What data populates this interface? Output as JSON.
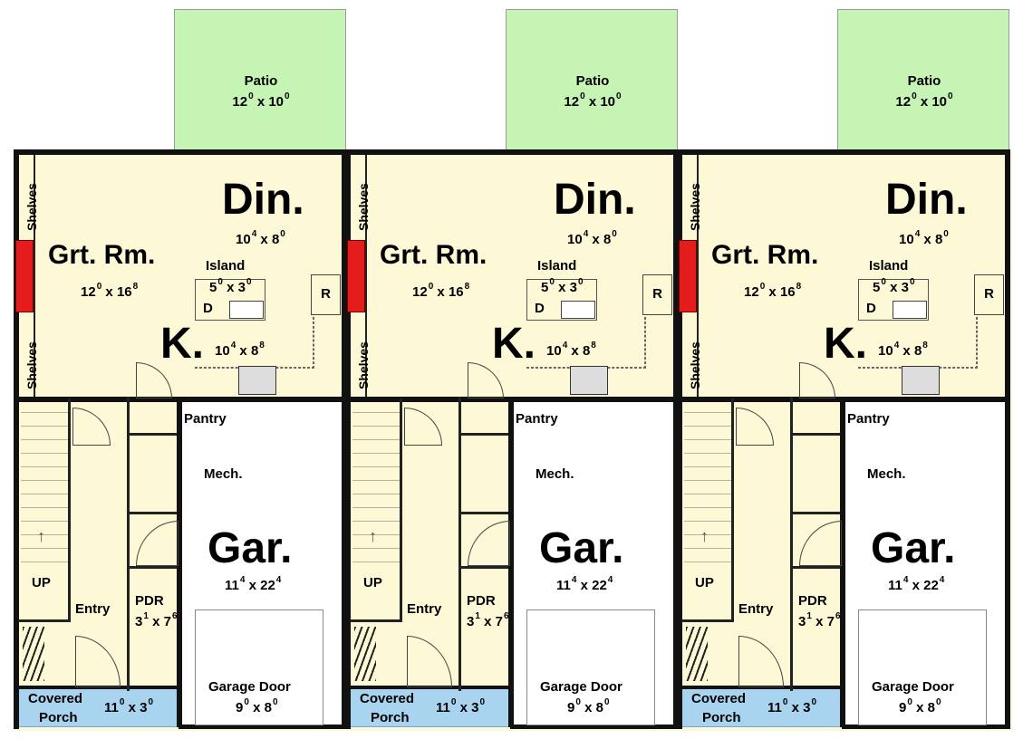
{
  "units": [
    {
      "patio": {
        "label": "Patio",
        "dim": "12⁰ x 10⁰",
        "w": "12",
        "wsup": "0",
        "h": "10",
        "hsup": "0"
      },
      "din": {
        "label": "Din.",
        "w": "10",
        "wsup": "4",
        "h": "8",
        "hsup": "0"
      },
      "grt": {
        "label": "Grt. Rm.",
        "w": "12",
        "wsup": "0",
        "h": "16",
        "hsup": "8"
      },
      "island": {
        "label": "Island",
        "w": "5",
        "wsup": "0",
        "h": "3",
        "hsup": "0",
        "d": "D"
      },
      "kitchen": {
        "label": "K.",
        "w": "10",
        "wsup": "4",
        "h": "8",
        "hsup": "8"
      },
      "ref": "R",
      "shelves_top": "Shelves",
      "shelves_bottom": "Shelves",
      "pantry": "Pantry",
      "mech": "Mech.",
      "gar": {
        "label": "Gar.",
        "w": "11",
        "wsup": "4",
        "h": "22",
        "hsup": "4"
      },
      "up": "UP",
      "entry": "Entry",
      "pdr": {
        "label": "PDR",
        "w": "3",
        "wsup": "1",
        "h": "7",
        "hsup": "6"
      },
      "garage_door": {
        "label": "Garage Door",
        "w": "9",
        "wsup": "0",
        "h": "8",
        "hsup": "0"
      },
      "porch": {
        "line1": "Covered",
        "line2": "Porch",
        "w": "11",
        "wsup": "0",
        "h": "3",
        "hsup": "0"
      }
    },
    {
      "patio": {
        "label": "Patio",
        "w": "12",
        "wsup": "0",
        "h": "10",
        "hsup": "0"
      },
      "din": {
        "label": "Din.",
        "w": "10",
        "wsup": "4",
        "h": "8",
        "hsup": "0"
      },
      "grt": {
        "label": "Grt. Rm.",
        "w": "12",
        "wsup": "0",
        "h": "16",
        "hsup": "8"
      },
      "island": {
        "label": "Island",
        "w": "5",
        "wsup": "0",
        "h": "3",
        "hsup": "0",
        "d": "D"
      },
      "kitchen": {
        "label": "K.",
        "w": "10",
        "wsup": "4",
        "h": "8",
        "hsup": "8"
      },
      "ref": "R",
      "shelves_top": "Shelves",
      "shelves_bottom": "Shelves",
      "pantry": "Pantry",
      "mech": "Mech.",
      "gar": {
        "label": "Gar.",
        "w": "11",
        "wsup": "4",
        "h": "22",
        "hsup": "4"
      },
      "up": "UP",
      "entry": "Entry",
      "pdr": {
        "label": "PDR",
        "w": "3",
        "wsup": "1",
        "h": "7",
        "hsup": "6"
      },
      "garage_door": {
        "label": "Garage Door",
        "w": "9",
        "wsup": "0",
        "h": "8",
        "hsup": "0"
      },
      "porch": {
        "line1": "Covered",
        "line2": "Porch",
        "w": "11",
        "wsup": "0",
        "h": "3",
        "hsup": "0"
      }
    },
    {
      "patio": {
        "label": "Patio",
        "w": "12",
        "wsup": "0",
        "h": "10",
        "hsup": "0"
      },
      "din": {
        "label": "Din.",
        "w": "10",
        "wsup": "4",
        "h": "8",
        "hsup": "0"
      },
      "grt": {
        "label": "Grt. Rm.",
        "w": "12",
        "wsup": "0",
        "h": "16",
        "hsup": "8"
      },
      "island": {
        "label": "Island",
        "w": "5",
        "wsup": "0",
        "h": "3",
        "hsup": "0",
        "d": "D"
      },
      "kitchen": {
        "label": "K.",
        "w": "10",
        "wsup": "4",
        "h": "8",
        "hsup": "8"
      },
      "ref": "R",
      "shelves_top": "Shelves",
      "shelves_bottom": "Shelves",
      "pantry": "Pantry",
      "mech": "Mech.",
      "gar": {
        "label": "Gar.",
        "w": "11",
        "wsup": "4",
        "h": "22",
        "hsup": "4"
      },
      "up": "UP",
      "entry": "Entry",
      "pdr": {
        "label": "PDR",
        "w": "3",
        "wsup": "1",
        "h": "7",
        "hsup": "6"
      },
      "garage_door": {
        "label": "Garage Door",
        "w": "9",
        "wsup": "0",
        "h": "8",
        "hsup": "0"
      },
      "porch": {
        "line1": "Covered",
        "line2": "Porch",
        "w": "11",
        "wsup": "0",
        "h": "3",
        "hsup": "0"
      }
    }
  ],
  "colors": {
    "patio": "#c6f4b4",
    "floor": "#fdf8d6",
    "porch": "#a9d4ef",
    "fireplace": "#e51c1c",
    "wall": "#111111"
  }
}
